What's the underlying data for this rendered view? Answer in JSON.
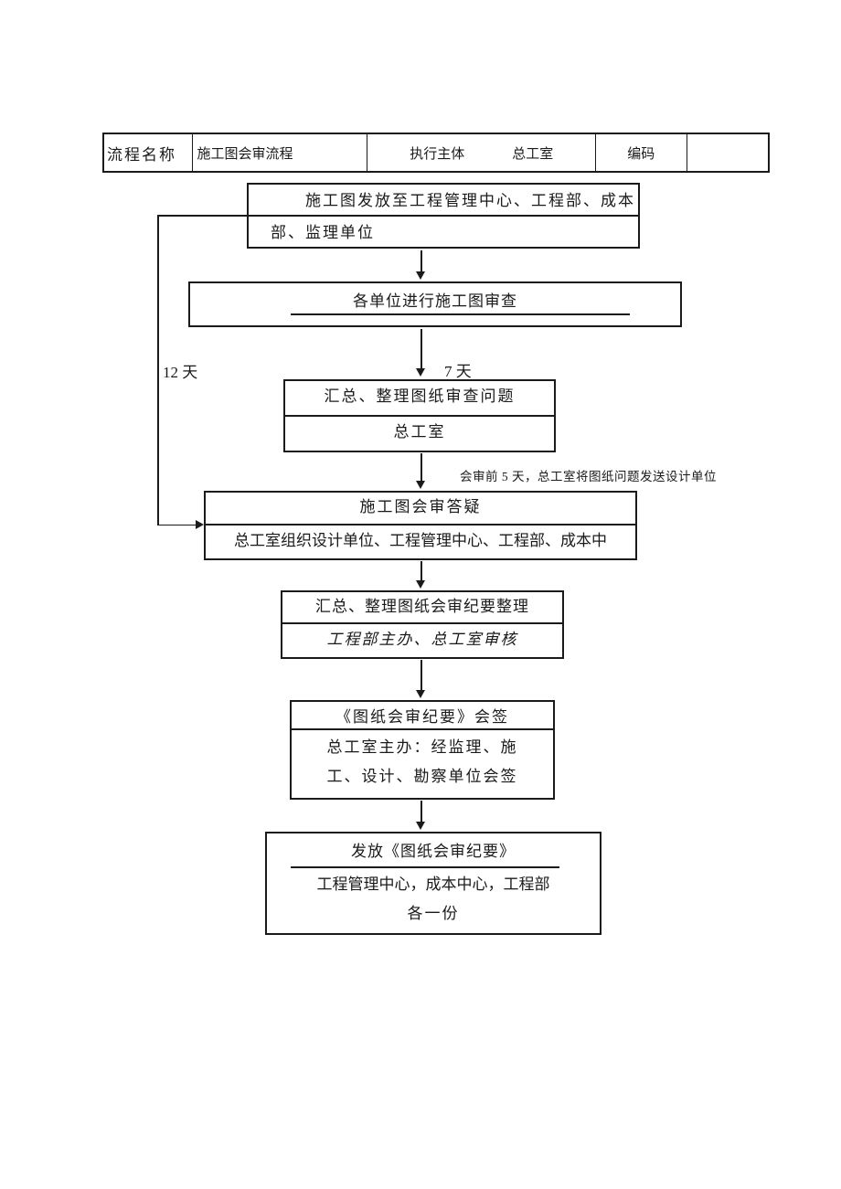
{
  "colors": {
    "ink": "#1a1a1a",
    "background": "#ffffff"
  },
  "header_table": {
    "process_name_label": "流程名称",
    "process_name_value": "施工图会审流程",
    "executor_label": "执行主体",
    "executor_value": "总工室",
    "code_label": "编码",
    "code_value": ""
  },
  "annotations": {
    "left_duration": "12 天",
    "mid_duration": "7 天",
    "note": "会审前 5 天，总工室将图纸问题发送设计单位"
  },
  "flow": {
    "step1": {
      "line1": "施工图发放至工程管理中心、工程部、成本",
      "line2": "部、监理单位"
    },
    "step2": {
      "title": "各单位进行施工图审查"
    },
    "step3": {
      "title": "汇总、整理图纸审查问题",
      "owner": "总工室"
    },
    "step4": {
      "title": "施工图会审答疑",
      "detail": "总工室组织设计单位、工程管理中心、工程部、成本中"
    },
    "step5": {
      "title": "汇总、整理图纸会审纪要整理",
      "detail": "工程部主办、总工室审核"
    },
    "step6": {
      "title": "《图纸会审纪要》会签",
      "detail_line1": "总工室主办：经监理、施",
      "detail_line2": "工、设计、勘察单位会签"
    },
    "step7": {
      "title": "发放《图纸会审纪要》",
      "detail_line1": "工程管理中心，成本中心，工程部",
      "detail_line2": "各一份"
    }
  }
}
